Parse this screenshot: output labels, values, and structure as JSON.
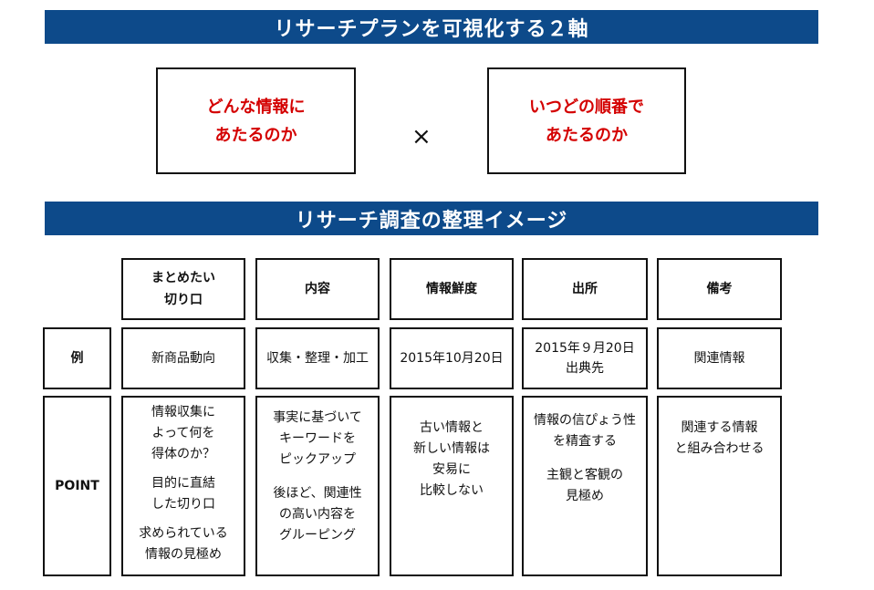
{
  "section1_title": "リサーチプランを可視化する２軸",
  "axis_left": {
    "line1": "どんな情報に",
    "line2": "あたるのか"
  },
  "times_symbol": "×",
  "axis_right": {
    "line1": "いつどの順番で",
    "line2": "あたるのか"
  },
  "section2_title": "リサーチ調査の整理イメージ",
  "table": {
    "headers": [
      {
        "lines": [
          "まとめたい",
          "切り口"
        ]
      },
      {
        "lines": [
          "内容"
        ]
      },
      {
        "lines": [
          "情報鮮度"
        ]
      },
      {
        "lines": [
          "出所"
        ]
      },
      {
        "lines": [
          "備考"
        ]
      }
    ],
    "example_label": "例",
    "examples": [
      {
        "lines": [
          "新商品動向"
        ]
      },
      {
        "lines": [
          "収集・整理・加工"
        ]
      },
      {
        "lines": [
          "2015年10月20日"
        ]
      },
      {
        "lines": [
          "2015年９月20日",
          "出典先"
        ]
      },
      {
        "lines": [
          "関連情報"
        ]
      }
    ],
    "point_label": "POINT",
    "points": [
      {
        "groups": [
          [
            "情報収集に",
            "よって何を",
            "得体のか？"
          ],
          [
            "目的に直結",
            "した切り口"
          ],
          [
            "求められている",
            "情報の見極め"
          ]
        ]
      },
      {
        "groups": [
          [
            "事実に基づいて",
            "キーワードを",
            "ピックアップ"
          ],
          [
            "後ほど、関連性",
            "の高い内容を",
            "グルーピング"
          ]
        ]
      },
      {
        "groups": [
          [
            "古い情報と",
            "新しい情報は",
            "安易に",
            "比較しない"
          ]
        ]
      },
      {
        "groups": [
          [
            "情報の信ぴょう性",
            "を精査する"
          ],
          [
            "主観と客観の",
            "見極め"
          ]
        ]
      },
      {
        "groups": [
          [
            "関連する情報",
            "と組み合わせる"
          ]
        ]
      }
    ]
  },
  "colors": {
    "banner": "#0d4a8a",
    "accent_red": "#d40000",
    "border": "#111111"
  }
}
